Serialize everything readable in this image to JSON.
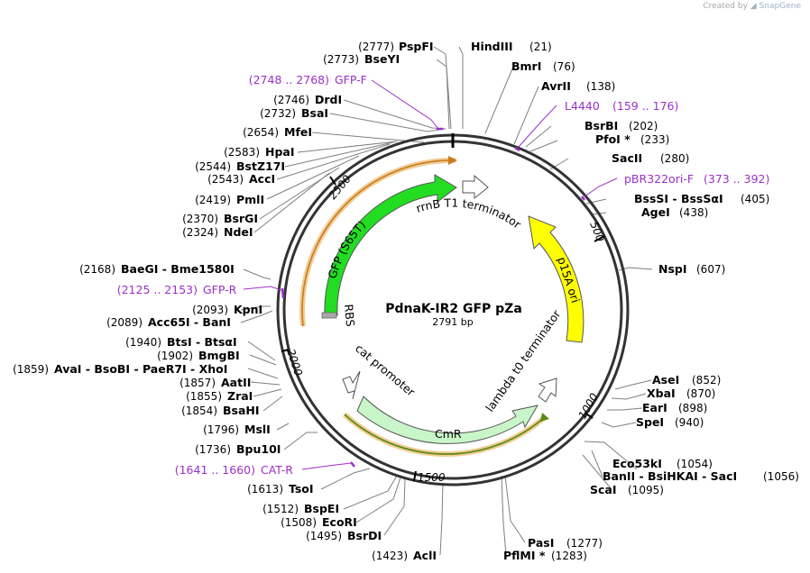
{
  "watermark": {
    "prefix": "Created by",
    "brand": "SnapGene"
  },
  "plasmid": {
    "name": "PdnaK-IR2 GFP pZa",
    "length_label": "2791 bp",
    "length": 2791
  },
  "ticks": [
    "500",
    "1000",
    "1500",
    "2000",
    "2500"
  ],
  "features": [
    {
      "label": "GFP (S65T)",
      "color": "#22dd22"
    },
    {
      "label": "rrnB T1 terminator",
      "color": "#ffffff"
    },
    {
      "label": "p15A ori",
      "color": "#ffff00"
    },
    {
      "label": "lambda t0 terminator",
      "color": "#ffffff"
    },
    {
      "label": "CmR",
      "color": "#c8f6c8"
    },
    {
      "label": "cat promoter",
      "color": "#ffffff"
    },
    {
      "label": "RBS",
      "color": "#a8a8a8"
    }
  ],
  "sites": [
    {
      "name": "PspFI",
      "pos": "(2777)"
    },
    {
      "name": "BseYI",
      "pos": "(2773)"
    },
    {
      "name": "DrdI",
      "pos": "(2746)"
    },
    {
      "name": "BsaI",
      "pos": "(2732)"
    },
    {
      "name": "MfeI",
      "pos": "(2654)"
    },
    {
      "name": "HpaI",
      "pos": "(2583)"
    },
    {
      "name": "BstZ17I",
      "pos": "(2544)"
    },
    {
      "name": "AccI",
      "pos": "(2543)"
    },
    {
      "name": "PmlI",
      "pos": "(2419)"
    },
    {
      "name": "BsrGI",
      "pos": "(2370)"
    },
    {
      "name": "NdeI",
      "pos": "(2324)"
    },
    {
      "name": "BaeGI  -  Bme1580I",
      "pos": "(2168)"
    },
    {
      "name": "KpnI",
      "pos": "(2093)"
    },
    {
      "name": "Acc65I  -  BanI",
      "pos": "(2089)"
    },
    {
      "name": "BtsI  -  BtsαI",
      "pos": "(1940)"
    },
    {
      "name": "BmgBI",
      "pos": "(1902)"
    },
    {
      "name": "AvaI  -  BsoBI  -  PaeR7I  -  XhoI",
      "pos": "(1859)"
    },
    {
      "name": "AatII",
      "pos": "(1857)"
    },
    {
      "name": "ZraI",
      "pos": "(1855)"
    },
    {
      "name": "BsaHI",
      "pos": "(1854)"
    },
    {
      "name": "MslI",
      "pos": "(1796)"
    },
    {
      "name": "Bpu10I",
      "pos": "(1736)"
    },
    {
      "name": "TsoI",
      "pos": "(1613)"
    },
    {
      "name": "BspEI",
      "pos": "(1512)"
    },
    {
      "name": "EcoRI",
      "pos": "(1508)"
    },
    {
      "name": "BsrDI",
      "pos": "(1495)"
    },
    {
      "name": "AclI",
      "pos": "(1423)"
    },
    {
      "name": "PflMI *",
      "pos": "(1283)"
    },
    {
      "name": "PasI",
      "pos": "(1277)"
    },
    {
      "name": "ScaI",
      "pos": "(1095)"
    },
    {
      "name": "BanII  -  BsiHKAI  -  SacI",
      "pos": "(1056)"
    },
    {
      "name": "Eco53kI",
      "pos": "(1054)"
    },
    {
      "name": "SpeI",
      "pos": "(940)"
    },
    {
      "name": "EarI",
      "pos": "(898)"
    },
    {
      "name": "XbaI",
      "pos": "(870)"
    },
    {
      "name": "AseI",
      "pos": "(852)"
    },
    {
      "name": "NspI",
      "pos": "(607)"
    },
    {
      "name": "AgeI",
      "pos": "(438)"
    },
    {
      "name": "BssSI  -  BssSαI",
      "pos": "(405)"
    },
    {
      "name": "SacII",
      "pos": "(280)"
    },
    {
      "name": "PfoI *",
      "pos": "(233)"
    },
    {
      "name": "BsrBI",
      "pos": "(202)"
    },
    {
      "name": "AvrII",
      "pos": "(138)"
    },
    {
      "name": "BmrI",
      "pos": "(76)"
    },
    {
      "name": "HindIII",
      "pos": "(21)"
    }
  ],
  "primers": [
    {
      "name": "GFP-F",
      "pos": "(2748 .. 2768)"
    },
    {
      "name": "GFP-R",
      "pos": "(2125 .. 2153)"
    },
    {
      "name": "CAT-R",
      "pos": "(1641 .. 1660)"
    },
    {
      "name": "L4440",
      "pos": "(159 .. 176)"
    },
    {
      "name": "pBR322ori-F",
      "pos": "(373 .. 392)"
    }
  ],
  "colors": {
    "primer": "#9b30c8",
    "connector": "#7f7f7f",
    "backbone": "#333333",
    "primer_hl": "#f2cc94"
  }
}
